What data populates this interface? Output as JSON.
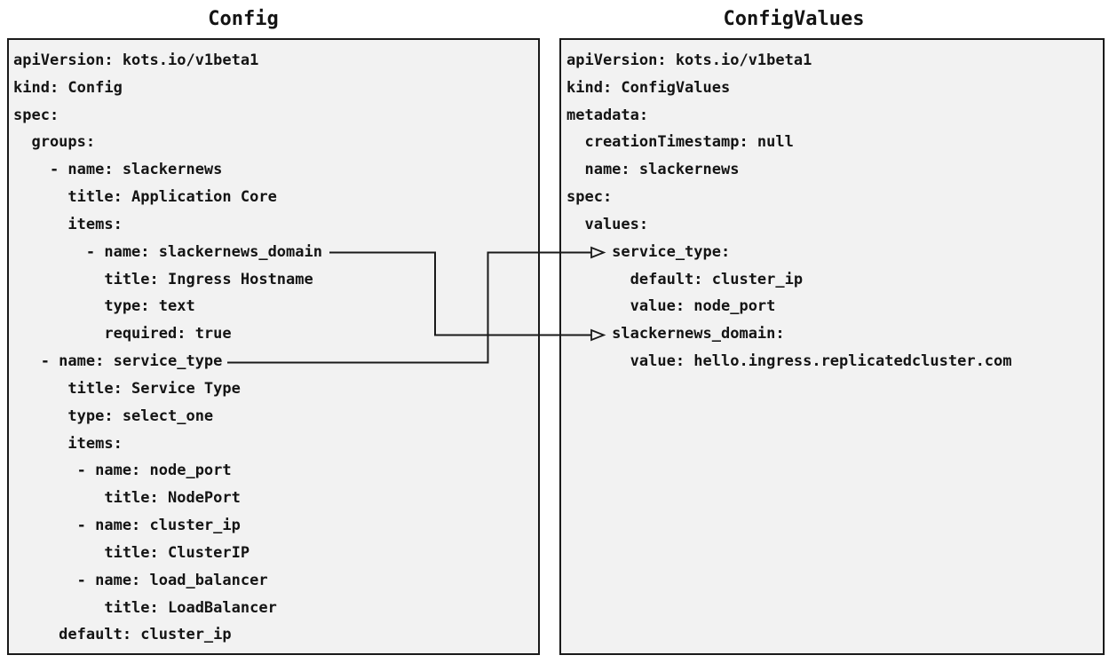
{
  "left_panel": {
    "title": "Config",
    "yaml": "apiVersion: kots.io/v1beta1\nkind: Config\nspec:\n  groups:\n    - name: slackernews\n      title: Application Core\n      items:\n        - name: slackernews_domain\n          title: Ingress Hostname\n          type: text\n          required: true\n   - name: service_type\n      title: Service Type\n      type: select_one\n      items:\n       - name: node_port\n          title: NodePort\n       - name: cluster_ip\n          title: ClusterIP\n       - name: load_balancer\n          title: LoadBalancer\n     default: cluster_ip"
  },
  "right_panel": {
    "title": "ConfigValues",
    "yaml": "apiVersion: kots.io/v1beta1\nkind: ConfigValues\nmetadata:\n  creationTimestamp: null\n  name: slackernews\nspec:\n  values:\n     service_type:\n       default: cluster_ip\n       value: node_port\n     slackernews_domain:\n       value: hello.ingress.replicatedcluster.com"
  },
  "connections": [
    {
      "from": "Config item slackernews_domain",
      "to": "ConfigValues value slackernews_domain"
    },
    {
      "from": "Config item service_type",
      "to": "ConfigValues value service_type"
    }
  ],
  "colors": {
    "background": "#ffffff",
    "box_fill": "#f2f2f2",
    "box_border": "#1a1a1a",
    "text": "#141414",
    "connector": "#1a1a1a"
  }
}
